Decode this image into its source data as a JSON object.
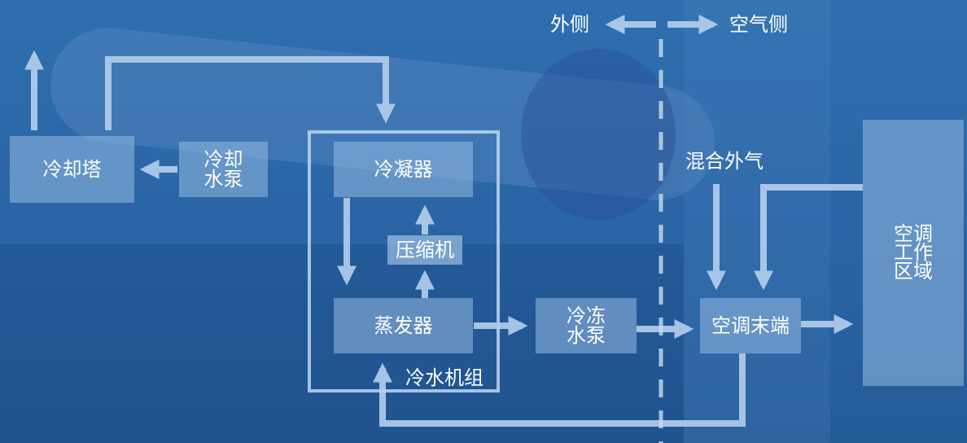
{
  "boundary": {
    "left_label": "外侧",
    "right_label": "空气侧"
  },
  "nodes": {
    "cooling_tower": "冷却塔",
    "cooling_pump": "冷却\n水泵",
    "condenser": "冷凝器",
    "compressor": "压缩机",
    "evaporator": "蒸发器",
    "chiller_group": "冷水机组",
    "chilled_pump": "冷冻\n水泵",
    "ac_terminal": "空调末端",
    "mixed_air": "混合外气",
    "ac_zone": "空调\n工作\n区域"
  },
  "colors": {
    "background": "#2a66a6",
    "box_fill": "#96b9e1",
    "arrow": "#b4cfee"
  }
}
